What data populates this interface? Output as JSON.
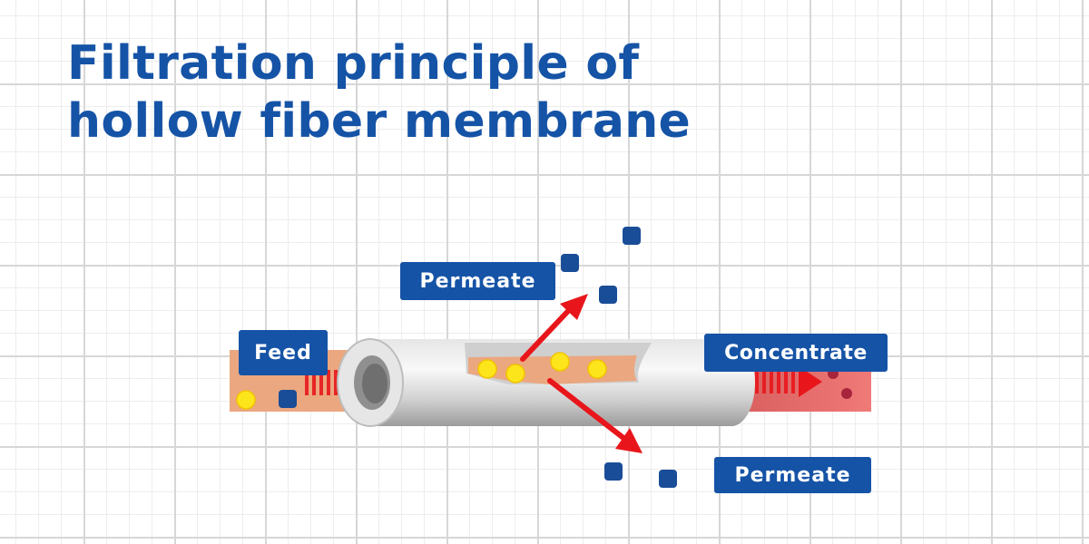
{
  "title": {
    "line1": "Filtration principle of",
    "line2": "hollow fiber membrane"
  },
  "labels": {
    "feed": "Feed",
    "concentrate": "Concentrate",
    "permeate_top": "Permeate",
    "permeate_bottom": "Permeate"
  },
  "colors": {
    "title_blue": "#1553a6",
    "label_bg": "#1553a6",
    "arrow_red": "#e8161b",
    "feed_stream": "#eba77f",
    "concentrate_stream": "#e26b6b",
    "particle_yellow": "#fde51c",
    "particle_blue": "#1a4d97",
    "particle_dark_red": "#a8243c",
    "fiber_gray": "#d4d4d4"
  },
  "icons": [
    "flow-arrow",
    "yellow-particle",
    "blue-particle",
    "hollow-fiber-tube"
  ]
}
